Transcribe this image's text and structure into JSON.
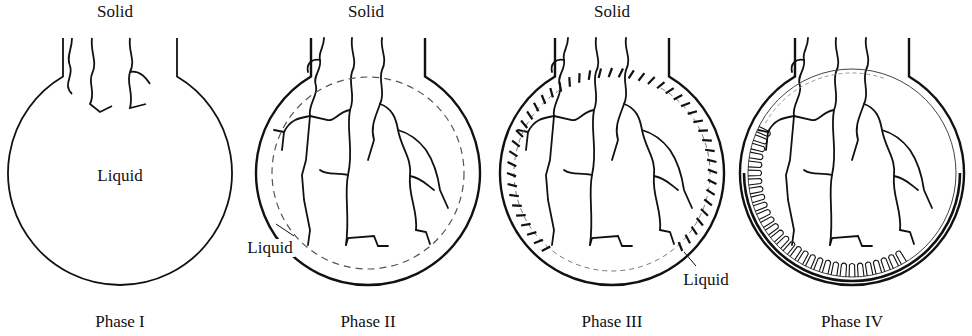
{
  "diagram": {
    "labels": [
      "Solid",
      "Solid",
      "Solid",
      "Liquid",
      "Liquid",
      "Liquid",
      "Phase I",
      "Phase II",
      "Phase III",
      "Phase IV"
    ]
  }
}
